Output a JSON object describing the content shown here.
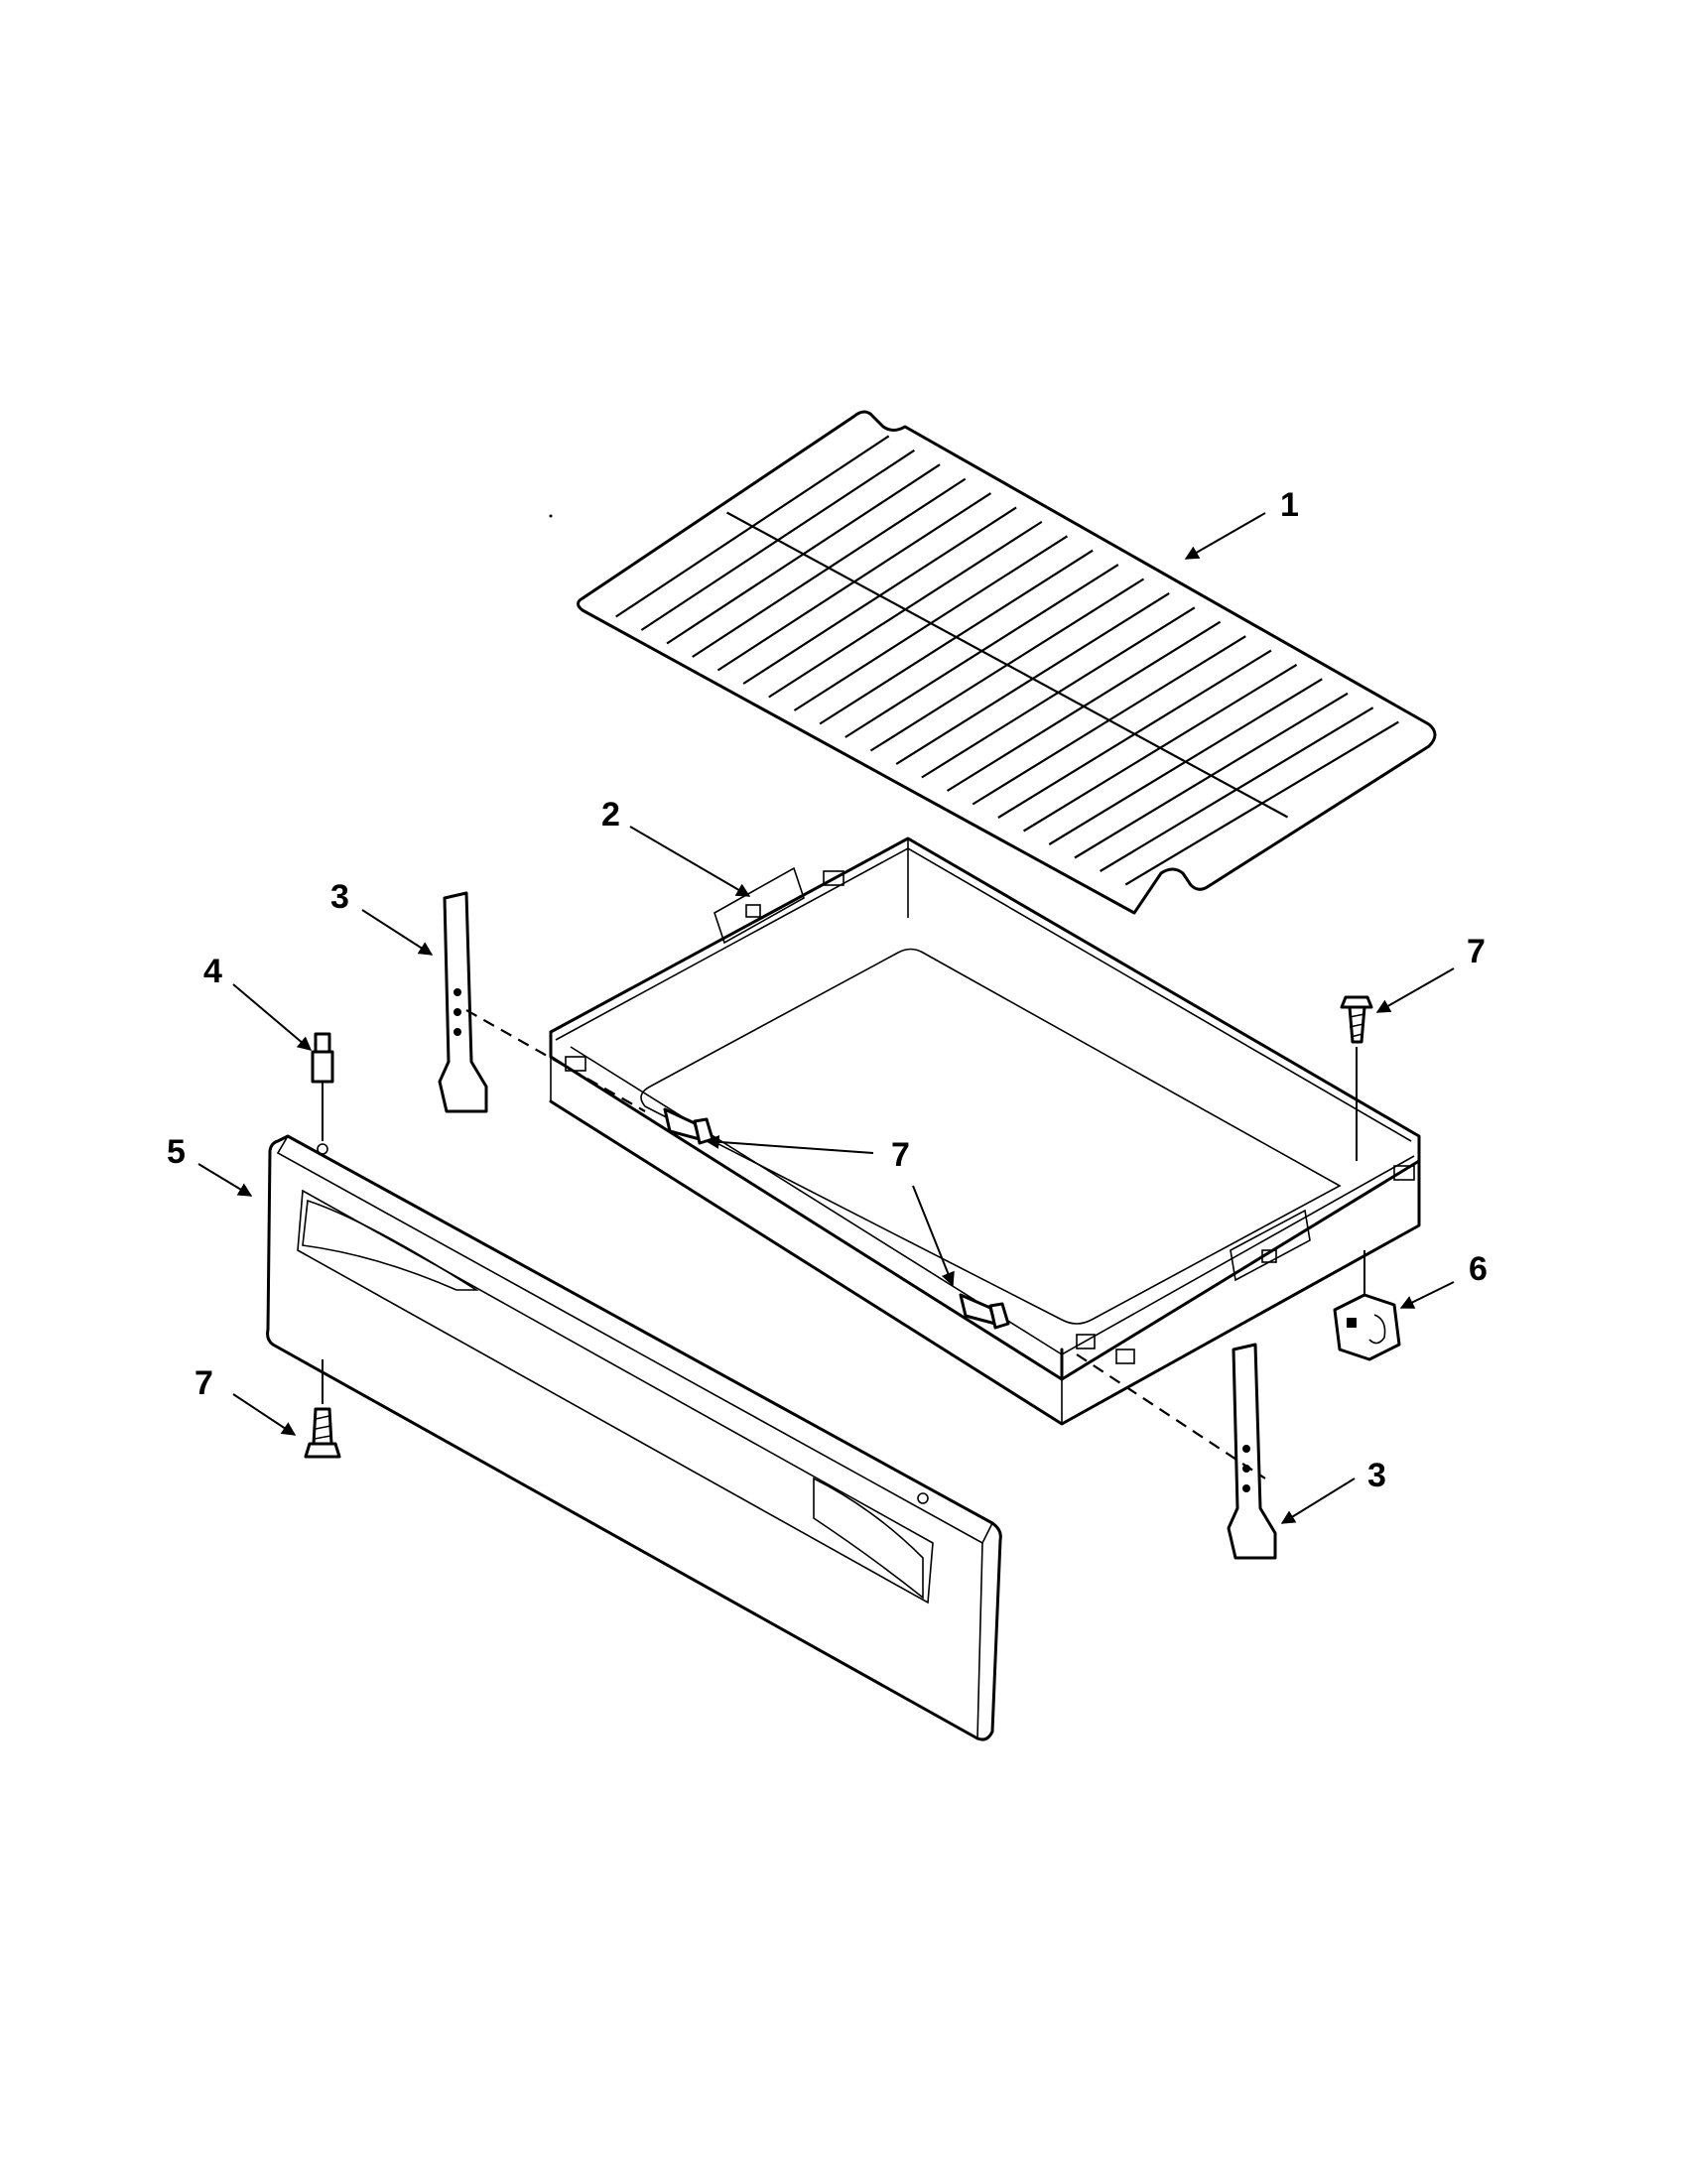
{
  "diagram": {
    "callouts": {
      "rack": "1",
      "drawer_body": "2",
      "slide_left": "3",
      "slide_right": "3",
      "stud": "4",
      "drawer_front": "5",
      "clip": "6",
      "screw_top_right": "7",
      "screw_drawer_left": "7",
      "screw_drawer_center": "7",
      "screw_front_bottom": "7"
    }
  }
}
